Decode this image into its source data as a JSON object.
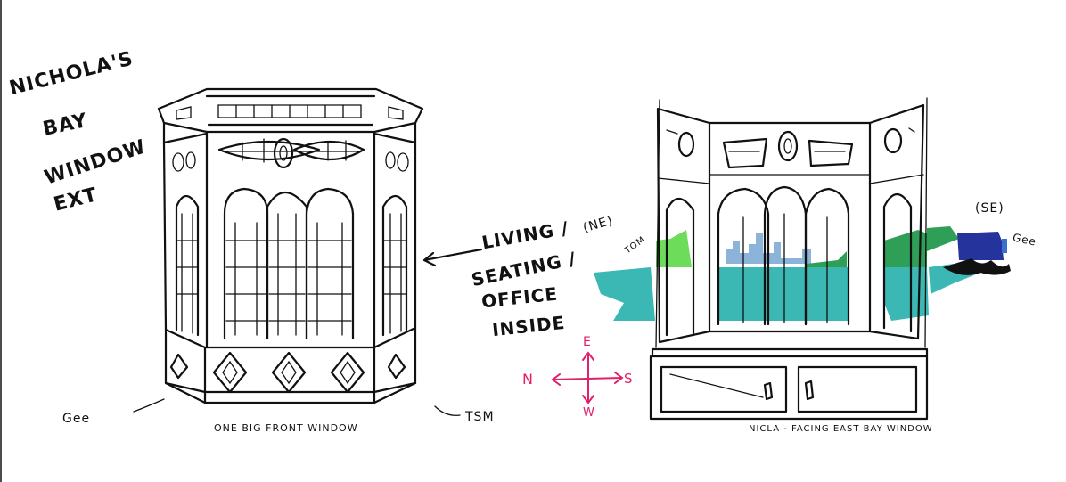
{
  "title_lines": [
    "NICHOLA'S",
    "BAY",
    "WINDOW",
    "EXT"
  ],
  "left_sketch": {
    "caption": "ONE BIG FRONT WINDOW",
    "artist_left": "Gee",
    "artist_right": "TSM"
  },
  "arrow_note_lines": [
    "LIVING /",
    "SEATING /",
    "OFFICE",
    "INSIDE"
  ],
  "compass": {
    "north": "N",
    "south": "S",
    "east": "E",
    "west": "W",
    "color": "#e0206a"
  },
  "right_sketch": {
    "caption": "NICLA - FACING EAST BAY WINDOW",
    "left_direction": "(NE)",
    "left_artist": "TOM",
    "right_direction": "(SE)",
    "right_artist": "Gee"
  },
  "colors": {
    "water": "#3bb8b4",
    "trees": "#2f9e57",
    "trees_light": "#6ddc5a",
    "city": "#8cb3d9",
    "building": "#24349c",
    "ink": "#111111"
  }
}
